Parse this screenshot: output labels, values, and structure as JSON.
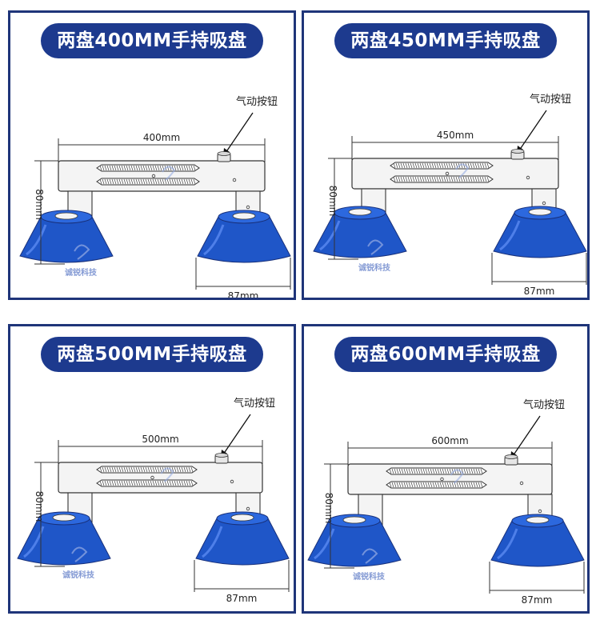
{
  "brand_color": "#1d3a8e",
  "cup_color": "#1f56c8",
  "panels": [
    {
      "title": "两盘400MM手持吸盘",
      "button_label": "气动按钮",
      "length_label": "400mm",
      "height_label": "80mm",
      "cup_label": "87mm",
      "watermark": "诚锐科技"
    },
    {
      "title": "两盘450MM手持吸盘",
      "button_label": "气动按钮",
      "length_label": "450mm",
      "height_label": "80mm",
      "cup_label": "87mm",
      "watermark": "诚锐科技"
    },
    {
      "title": "两盘500MM手持吸盘",
      "button_label": "气动按钮",
      "length_label": "500mm",
      "height_label": "80mm",
      "cup_label": "87mm",
      "watermark": "诚锐科技"
    },
    {
      "title": "两盘600MM手持吸盘",
      "button_label": "气动按钮",
      "length_label": "600mm",
      "height_label": "80mm",
      "cup_label": "87mm",
      "watermark": "诚锐科技"
    }
  ]
}
